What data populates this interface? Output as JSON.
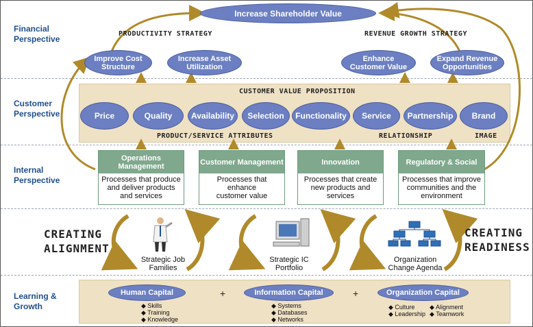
{
  "perspectives": {
    "financial": [
      "Financial",
      "Perspective"
    ],
    "customer": [
      "Customer",
      "Perspective"
    ],
    "internal": [
      "Internal",
      "Perspective"
    ],
    "learning": [
      "Learning &",
      "Growth"
    ]
  },
  "financial": {
    "goal": "Increase Shareholder Value",
    "productivity_label": "PRODUCTIVITY STRATEGY",
    "revenue_label": "REVENUE GROWTH STRATEGY",
    "productivity_items": [
      [
        "Improve Cost",
        "Structure"
      ],
      [
        "Increase Asset",
        "Utilization"
      ]
    ],
    "revenue_items": [
      [
        "Enhance",
        "Customer Value"
      ],
      [
        "Expand Revenue",
        "Opportunities"
      ]
    ]
  },
  "customer": {
    "proposition_label": "CUSTOMER VALUE PROPOSITION",
    "attributes": [
      "Price",
      "Quality",
      "Availability",
      "Selection",
      "Functionality",
      "Service",
      "Partnership",
      "Brand"
    ],
    "product_label": "PRODUCT/SERVICE ATTRIBUTES",
    "relationship_label": "RELATIONSHIP",
    "image_label": "IMAGE"
  },
  "internal": {
    "processes": [
      {
        "title": "Operations Management",
        "body": [
          "Processes that produce",
          "and deliver products",
          "and services"
        ]
      },
      {
        "title": "Customer Management",
        "body": [
          "Processes that enhance",
          "customer value"
        ]
      },
      {
        "title": "Innovation",
        "body": [
          "Processes that create",
          "new products and",
          "services"
        ]
      },
      {
        "title": "Regulatory & Social",
        "body": [
          "Processes that improve",
          "communities and the",
          "environment"
        ]
      }
    ]
  },
  "alignment": {
    "left_label": [
      "CREATING",
      "ALIGNMENT"
    ],
    "right_label": [
      "CREATING",
      "READINESS"
    ],
    "assets": [
      [
        "Strategic Job",
        "Families"
      ],
      [
        "Strategic IC",
        "Portfolio"
      ],
      [
        "Organization",
        "Change Agenda"
      ]
    ]
  },
  "learning": {
    "capitals": [
      {
        "name": "Human Capital",
        "bullets": [
          "Skills",
          "Training",
          "Knowledge"
        ]
      },
      {
        "name": "Information Capital",
        "bullets": [
          "Systems",
          "Databases",
          "Networks"
        ]
      },
      {
        "name": "Organization Capital",
        "bullets": [
          "Culture",
          "Leadership",
          "Alignment",
          "Teamwork"
        ]
      }
    ],
    "plus": "+"
  },
  "colors": {
    "ellipse": "#6b7fc2",
    "band": "#efe1c4",
    "process_header": "#7fa88d",
    "arrow": "#b08a2a",
    "heading": "#1f4f8f"
  }
}
